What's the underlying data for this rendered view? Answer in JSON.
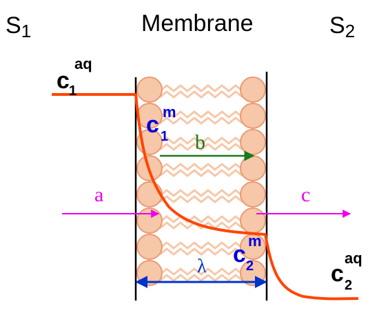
{
  "diagram": {
    "regions": {
      "left_label": {
        "main": "S",
        "sub": "1"
      },
      "center_label": "Membrane",
      "right_label": {
        "main": "S",
        "sub": "2"
      }
    },
    "concentrations": {
      "c1_aq": {
        "base": "c",
        "sub": "1",
        "sup": "aq"
      },
      "c1_m": {
        "base": "c",
        "sub": "1",
        "sup": "m"
      },
      "c2_m": {
        "base": "c",
        "sub": "2",
        "sup": "m"
      },
      "c2_aq": {
        "base": "c",
        "sub": "2",
        "sup": "aq"
      }
    },
    "arrows": {
      "a": "a",
      "b": "b",
      "c": "c",
      "thickness": "λ"
    },
    "colors": {
      "profile": "#ff4500",
      "blue_labels": "#0000dd",
      "green_arrow": "#1a7a1a",
      "magenta_arrow": "#ee00ee",
      "lipid_fill": "#f6c7a8",
      "lipid_stroke": "#ea9a73",
      "membrane_edge": "#000000",
      "arrow_blue": "#0033cc"
    }
  }
}
